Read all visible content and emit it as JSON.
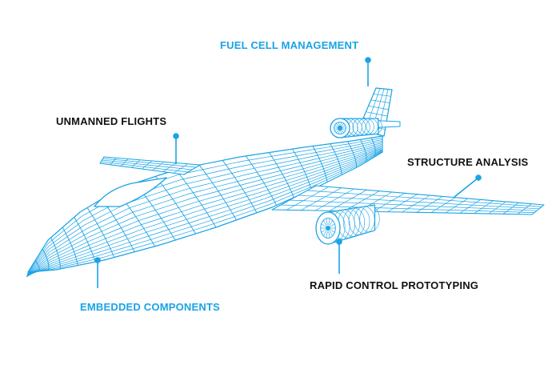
{
  "labels": {
    "fuel_cell": "FUEL CELL MANAGEMENT",
    "unmanned": "UNMANNED FLIGHTS",
    "structure": "STRUCTURE ANALYSIS",
    "rapid_control": "RAPID CONTROL PROTOTYPING",
    "embedded": "EMBEDDED COMPONENTS"
  },
  "colors": {
    "wireframe": "#1aa3e6",
    "accent_label": "#1aa3e6",
    "dark_label": "#111111",
    "background": "#ffffff"
  }
}
